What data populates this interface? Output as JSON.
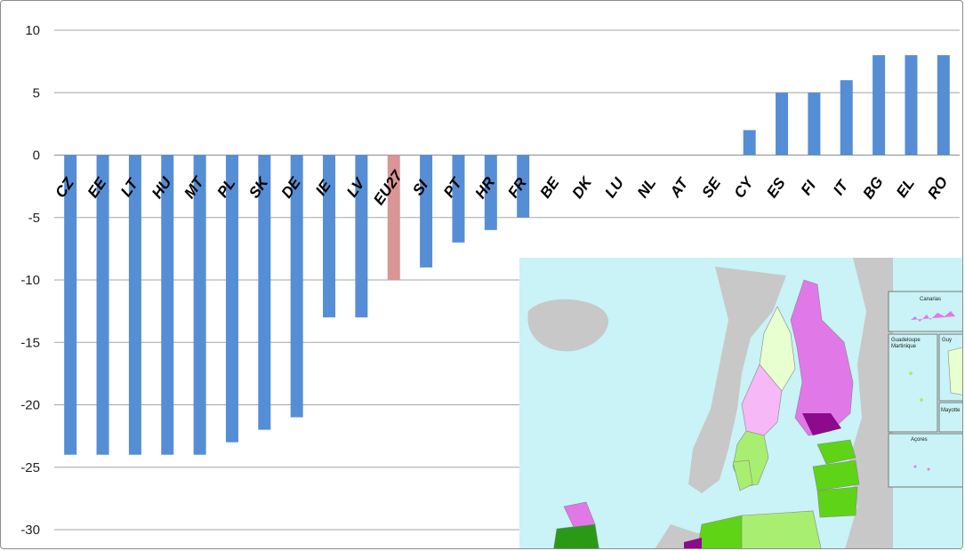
{
  "chart_data": {
    "type": "bar",
    "title": "",
    "xlabel": "",
    "ylabel": "",
    "ylim": [
      -30,
      10
    ],
    "yticks": [
      10,
      5,
      0,
      -5,
      -10,
      -15,
      -20,
      -25,
      -30
    ],
    "grid": true,
    "legend": "none",
    "categories": [
      "CZ",
      "EE",
      "LT",
      "HU",
      "MT",
      "PL",
      "SK",
      "DE",
      "IE",
      "LV",
      "EU27",
      "SI",
      "PT",
      "HR",
      "FR",
      "BE",
      "DK",
      "LU",
      "NL",
      "AT",
      "SE",
      "CY",
      "ES",
      "FI",
      "IT",
      "BG",
      "EL",
      "RO"
    ],
    "values": [
      -24,
      -24,
      -24,
      -24,
      -24,
      -23,
      -22,
      -21,
      -13,
      -13,
      -10,
      -9,
      -7,
      -6,
      -5,
      0,
      0,
      0,
      0,
      0,
      0,
      2,
      5,
      5,
      6,
      8,
      8,
      8
    ],
    "highlight": "EU27",
    "colors": {
      "bar": "#558ed5",
      "highlight": "#d99694",
      "grid": "#a6a6a6"
    }
  },
  "map_inset": {
    "labels": {
      "canarias": "Canarias",
      "guadeloupe": "Guadeloupe",
      "martinique": "Martinique",
      "guyane": "Guy",
      "mayotte": "Mayotte",
      "acores": "Açores"
    },
    "colors": {
      "sea": "#c9f3f6",
      "land_outside": "#c8c8c8",
      "pale_green": "#e8ffd0",
      "light_green": "#a8ee70",
      "green": "#5fd316",
      "dark_green": "#2a9a16",
      "pink": "#f6b8f6",
      "magenta": "#e178e8",
      "purple": "#8c0a8c"
    }
  }
}
